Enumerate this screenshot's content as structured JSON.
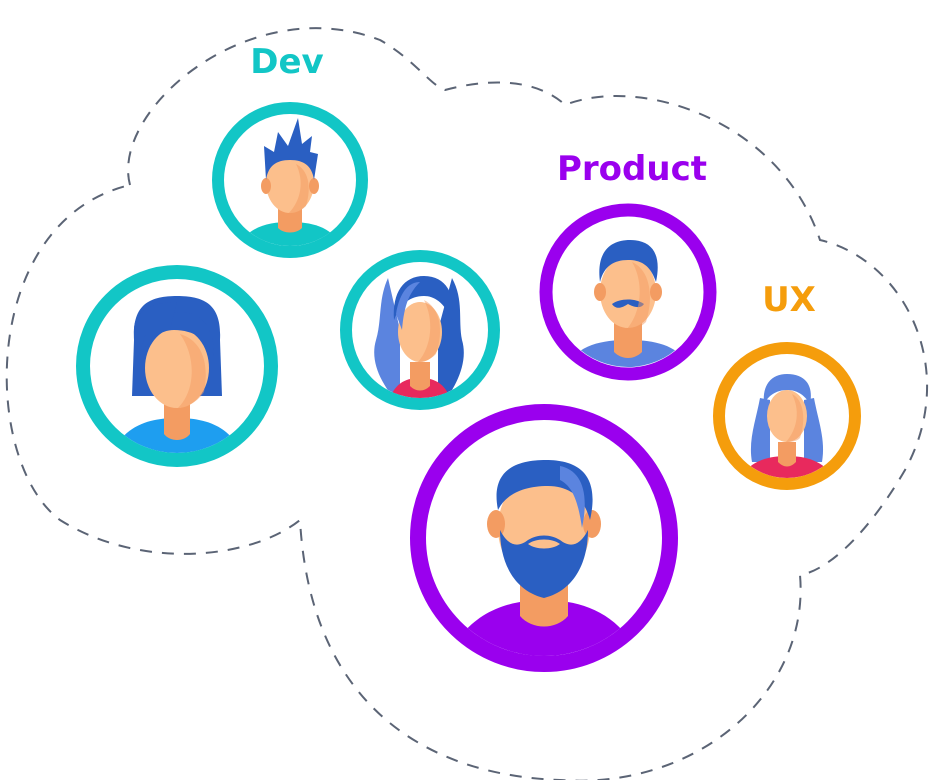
{
  "groups": {
    "dev": {
      "label": "Dev",
      "color": "#12c6c6"
    },
    "product": {
      "label": "Product",
      "color": "#9a00ee"
    },
    "ux": {
      "label": "UX",
      "color": "#f59d0c"
    }
  },
  "palette": {
    "skin": "#fcbf8c",
    "skin_shadow": "#f39c62",
    "hair_dark": "#2a5fc2",
    "hair_light": "#5b84df",
    "outline": "#5b6475"
  },
  "people": [
    {
      "id": "dev-spiky-hair",
      "group": "dev",
      "icon": "man-spiky-hair-avatar-icon"
    },
    {
      "id": "dev-short-hair-woman",
      "group": "dev",
      "icon": "woman-short-hair-avatar-icon"
    },
    {
      "id": "dev-long-wavy-hair-woman",
      "group": "dev",
      "icon": "woman-wavy-hair-avatar-icon"
    },
    {
      "id": "product-mustache-man",
      "group": "product",
      "icon": "man-mustache-avatar-icon"
    },
    {
      "id": "product-bearded-man",
      "group": "product",
      "icon": "man-beard-avatar-icon"
    },
    {
      "id": "ux-woman",
      "group": "ux",
      "icon": "woman-bangs-avatar-icon"
    }
  ]
}
